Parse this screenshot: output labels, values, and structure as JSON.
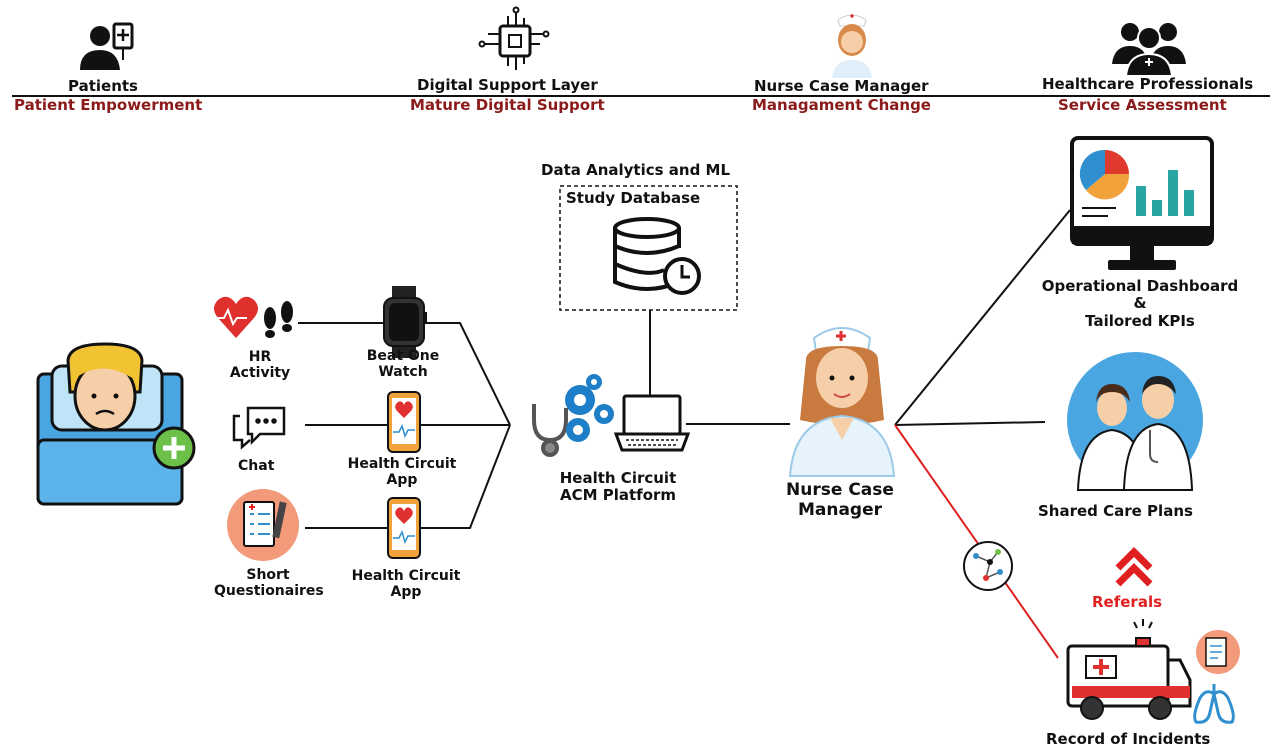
{
  "header": {
    "columns": [
      {
        "role": "Patients",
        "subtitle": "Patient Empowerment",
        "icon": "patient-iv-icon"
      },
      {
        "role": "Digital Support Layer",
        "subtitle": "Mature Digital Support",
        "icon": "chip-icon"
      },
      {
        "role": "Nurse Case Manager",
        "subtitle": "Managament Change",
        "icon": "nurse-icon"
      },
      {
        "role": "Healthcare Professionals",
        "subtitle": "Service Assessment",
        "icon": "doctors-group-icon"
      }
    ]
  },
  "diagram": {
    "analytics_title": "Data Analytics and ML",
    "database_label": "Study Database",
    "inputs": {
      "hr_activity": {
        "line1": "HR",
        "line2": "Activity"
      },
      "chat": "Chat",
      "questionnaires": {
        "line1": "Short",
        "line2": "Questionaires"
      }
    },
    "devices": {
      "watch": {
        "line1": "Beat One",
        "line2": "Watch"
      },
      "app1": {
        "line1": "Health Circuit",
        "line2": "App"
      },
      "app2": {
        "line1": "Health Circuit",
        "line2": "App"
      }
    },
    "platform": {
      "line1": "Health Circuit",
      "line2": "ACM Platform"
    },
    "nurse": {
      "line1": "Nurse Case",
      "line2": "Manager"
    },
    "outputs": {
      "dashboard": {
        "line1": "Operational Dashboard",
        "line2": "&",
        "line3": "Tailored KPIs"
      },
      "care_plans": "Shared Care Plans",
      "referrals": "Referals",
      "incidents": "Record of Incidents"
    },
    "colors": {
      "subtitle": "#8b1a1a",
      "referral_red": "#e02020",
      "gear_blue": "#1e7ec8",
      "skin": "#f6cfa8",
      "bed_blue": "#4aa6e0"
    }
  }
}
